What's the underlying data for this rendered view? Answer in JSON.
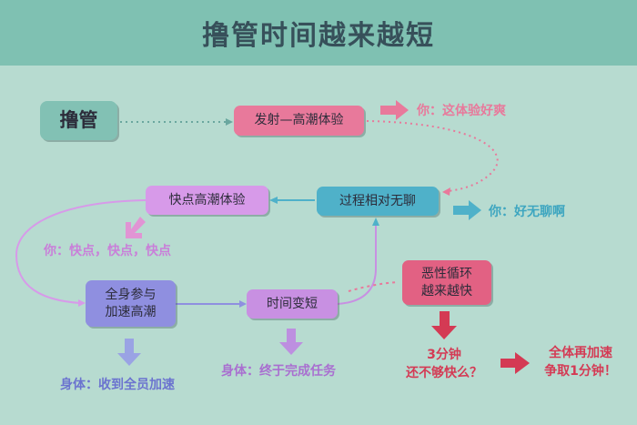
{
  "title": "撸管时间越来越短",
  "nodes": {
    "start": "撸管",
    "launch": "发射—高潮体验",
    "process": "过程相对无聊",
    "fast": "快点高潮体验",
    "body_line1": "全身参与",
    "body_line2": "加速高潮",
    "shorten": "时间变短",
    "cycle_line1": "恶性循环",
    "cycle_line2": "越来越快"
  },
  "remarks": {
    "launch": "你：这体验好爽",
    "process": "你：好无聊啊",
    "fast": "你：快点，快点，快点",
    "body": "身体：收到全员加速",
    "shorten": "身体：终于完成任务",
    "cycle_line1": "3分钟",
    "cycle_line2": "还不够快么？",
    "final_line1": "全体再加速",
    "final_line2": "争取1分钟！"
  },
  "colors": {
    "background": "#b7dbd0",
    "header": "#7fc1b2",
    "pink": "#e8799b",
    "blue": "#4fb1c9",
    "purple": "#c08ade",
    "indigo": "#7f86d6",
    "red": "#d43a54"
  }
}
